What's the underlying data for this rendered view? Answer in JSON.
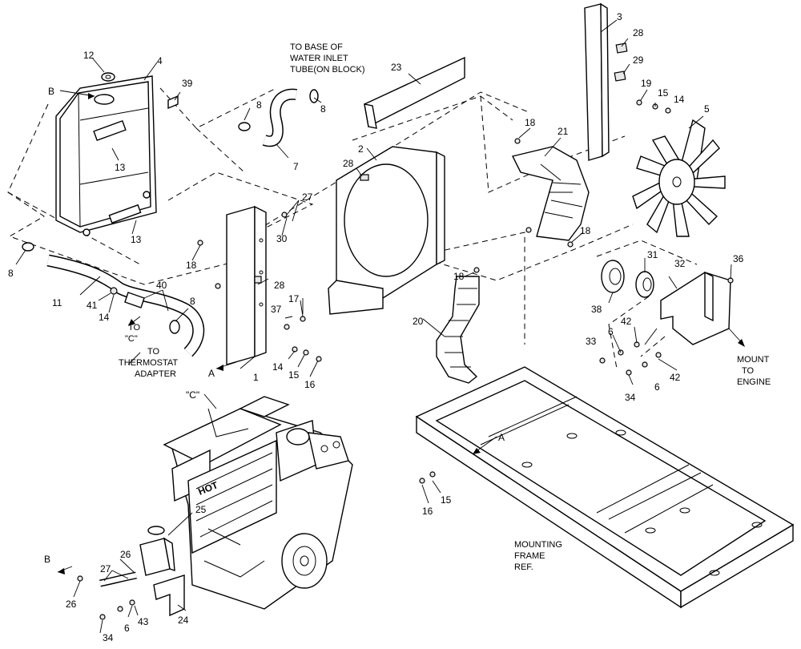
{
  "diagram": {
    "callouts": [
      "1",
      "2",
      "3",
      "4",
      "5",
      "6",
      "6",
      "6",
      "7",
      "8",
      "8",
      "8",
      "8",
      "11",
      "12",
      "13",
      "13",
      "14",
      "14",
      "14",
      "15",
      "15",
      "15",
      "16",
      "16",
      "17",
      "18",
      "18",
      "18",
      "18",
      "19",
      "20",
      "21",
      "23",
      "24",
      "25",
      "26",
      "26",
      "27",
      "27",
      "28",
      "28",
      "28",
      "29",
      "30",
      "31",
      "32",
      "33",
      "34",
      "34",
      "36",
      "37",
      "38",
      "39",
      "40",
      "41",
      "42",
      "42",
      "43"
    ],
    "refs": {
      "a1": "A",
      "a2": "A",
      "b1": "B",
      "b2": "B",
      "c1": "\"C\""
    },
    "notes": {
      "base_tube": [
        "TO BASE OF",
        "WATER INLET",
        "TUBE(ON BLOCK)"
      ],
      "to_c": [
        "TO",
        "\"C\""
      ],
      "thermostat": [
        "TO",
        "THERMOSTAT",
        "ADAPTER"
      ],
      "mount_engine": [
        "MOUNT",
        "TO",
        "ENGINE"
      ],
      "frame": [
        "MOUNTING",
        "FRAME",
        "REF."
      ]
    },
    "engine_text": "HOT"
  }
}
